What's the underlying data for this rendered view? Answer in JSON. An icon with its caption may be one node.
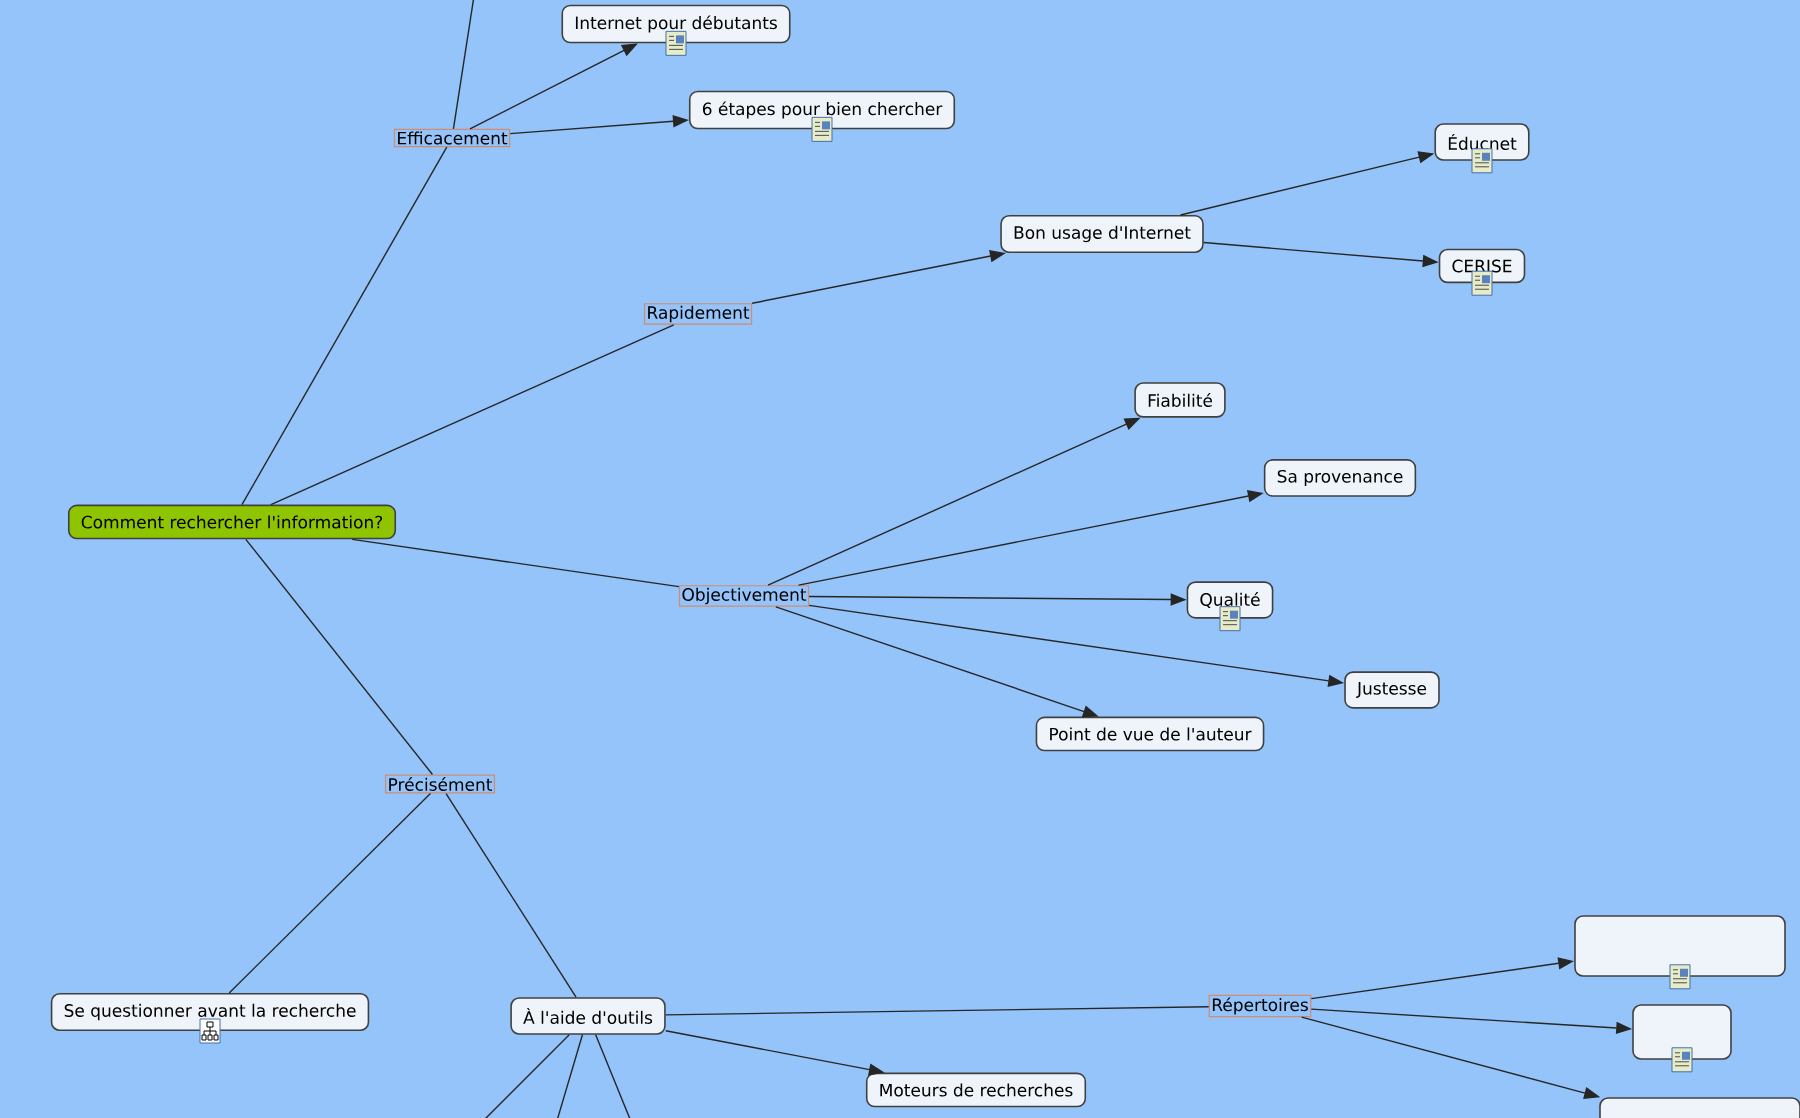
{
  "diagram": {
    "nodes": [
      {
        "text": [
          "Comment rechercher l'information?"
        ]
      },
      {
        "text": [
          "Efficacement"
        ]
      },
      {
        "text": [
          "Internet pour débutants"
        ]
      },
      {
        "text": [
          "6 étapes pour bien chercher"
        ]
      },
      {
        "text": [
          "Rapidement"
        ]
      },
      {
        "text": [
          "Bon usage d'Internet"
        ]
      },
      {
        "text": [
          "Éducnet"
        ]
      },
      {
        "text": [
          "CERISE"
        ]
      },
      {
        "text": [
          "Objectivement"
        ]
      },
      {
        "text": [
          "Fiabilité"
        ]
      },
      {
        "text": [
          "Sa provenance"
        ]
      },
      {
        "text": [
          "Qualité"
        ]
      },
      {
        "text": [
          "Justesse"
        ]
      },
      {
        "text": [
          "Point de vue de l'auteur"
        ]
      },
      {
        "text": [
          "Précisément"
        ]
      },
      {
        "text": [
          "Se questionner avant la recherche"
        ]
      },
      {
        "text": [
          "À l'aide d'outils"
        ]
      },
      {
        "text": [
          "Répertoires"
        ]
      },
      {
        "text": [],
        "shape": "box"
      },
      {
        "text": [],
        "shape": "box"
      },
      {
        "text": [
          "Moteurs de recherches"
        ]
      },
      {
        "text": [],
        "shape": "box"
      }
    ],
    "edges": [
      {
        "from": 0,
        "to": 1,
        "arrow": "none"
      },
      {
        "from": 1,
        "to": 2,
        "arrow": "to"
      },
      {
        "from": 1,
        "to": 3,
        "arrow": "to"
      },
      {
        "from": 1,
        "to": null,
        "arrow": "none"
      },
      {
        "from": 0,
        "to": 4,
        "arrow": "none"
      },
      {
        "from": 4,
        "to": 5,
        "arrow": "to"
      },
      {
        "from": 5,
        "to": 6,
        "arrow": "to"
      },
      {
        "from": 5,
        "to": 7,
        "arrow": "to"
      },
      {
        "from": 0,
        "to": 8,
        "arrow": "none"
      },
      {
        "from": 8,
        "to": 9,
        "arrow": "to"
      },
      {
        "from": 8,
        "to": 10,
        "arrow": "to"
      },
      {
        "from": 8,
        "to": 11,
        "arrow": "to"
      },
      {
        "from": 8,
        "to": 12,
        "arrow": "to"
      },
      {
        "from": 8,
        "to": 13,
        "arrow": "to"
      },
      {
        "from": 0,
        "to": 14,
        "arrow": "none"
      },
      {
        "from": 14,
        "to": 15,
        "arrow": "none"
      },
      {
        "from": 14,
        "to": 16,
        "arrow": "none"
      },
      {
        "from": 16,
        "to": 17,
        "arrow": "none"
      },
      {
        "from": 17,
        "to": 18,
        "arrow": "to"
      },
      {
        "from": 17,
        "to": 19,
        "arrow": "to"
      },
      {
        "from": 17,
        "to": 21,
        "arrow": "to"
      },
      {
        "from": 16,
        "to": 20,
        "arrow": "to"
      },
      {
        "from": 16,
        "to": null,
        "arrow": "none"
      },
      {
        "from": 16,
        "to": null,
        "arrow": "none"
      },
      {
        "from": 16,
        "to": null,
        "arrow": "none"
      }
    ]
  }
}
